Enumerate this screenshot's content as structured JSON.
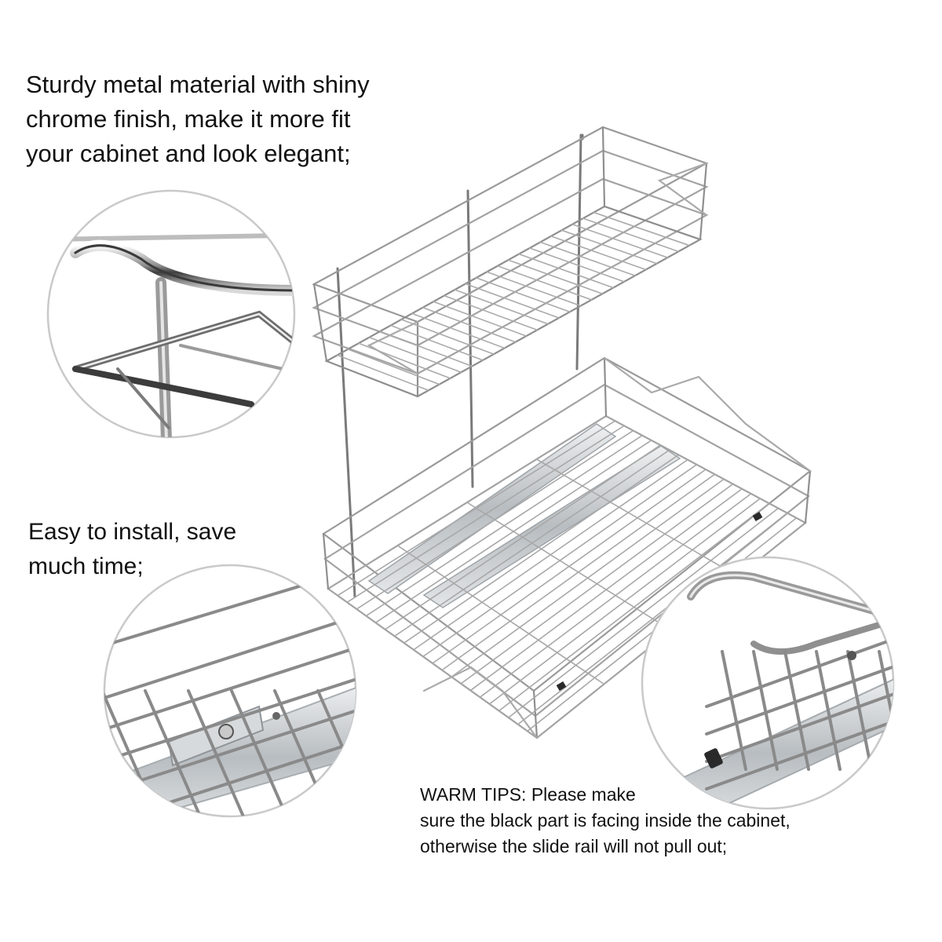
{
  "captions": {
    "material": [
      "Sturdy metal material with shiny",
      "chrome finish, make it more fit",
      "your cabinet and look elegant;"
    ],
    "install": [
      "Easy to install, save",
      "much time;"
    ],
    "warm_tips": [
      "WARM TIPS: Please make",
      "sure the black part is facing inside the cabinet,",
      "otherwise the slide rail will not pull out;"
    ]
  },
  "colors": {
    "chrome_light": "#f2f2f2",
    "chrome_mid": "#a9a9a9",
    "chrome_dark": "#5a5a5a",
    "rail": "#cfd3d6",
    "clip": "#2a2a2a"
  },
  "product": "two-tier-pull-out-wire-basket-organizer"
}
